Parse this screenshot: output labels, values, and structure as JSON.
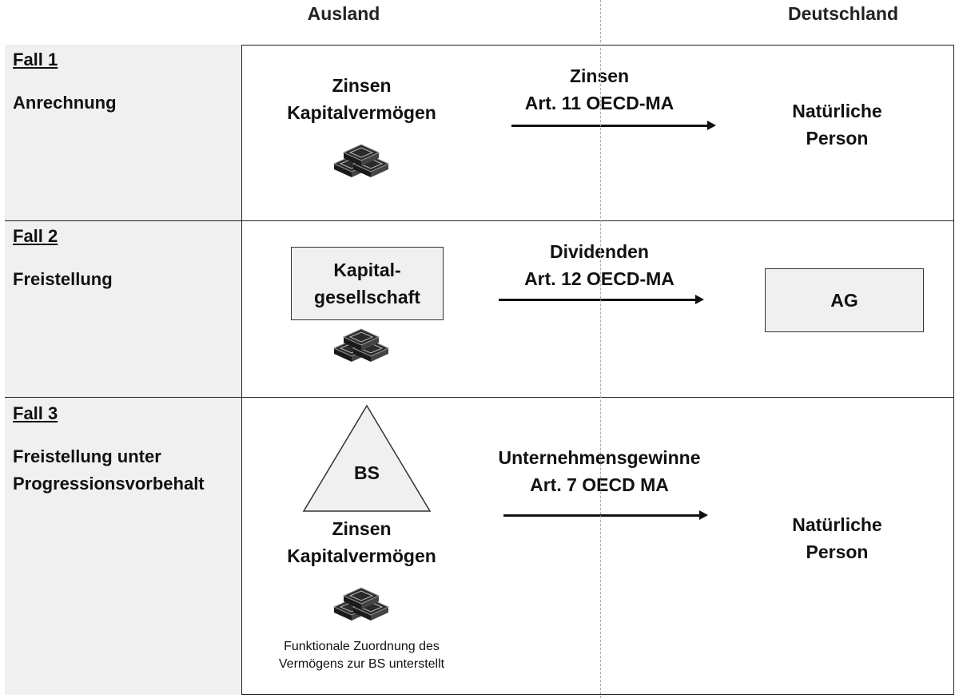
{
  "header": {
    "left": "Ausland",
    "right": "Deutschland"
  },
  "cases": [
    {
      "fall": "Fall 1",
      "method": [
        "Anrechnung"
      ],
      "source": [
        "Zinsen",
        "Kapitalvermögen"
      ],
      "flow": [
        "Zinsen",
        "Art. 11 OECD-MA"
      ],
      "recipient": [
        "Natürliche",
        "Person"
      ]
    },
    {
      "fall": "Fall 2",
      "method": [
        "Freistellung"
      ],
      "source_box": [
        "Kapital-",
        "gesellschaft"
      ],
      "flow": [
        "Dividenden",
        "Art. 12 OECD-MA"
      ],
      "recipient_box": "AG"
    },
    {
      "fall": "Fall 3",
      "method": [
        "Freistellung unter",
        "Progressionsvorbehalt"
      ],
      "triangle_label": "BS",
      "source": [
        "Zinsen",
        "Kapitalvermögen"
      ],
      "note": [
        "Funktionale Zuordnung des",
        "Vermögens zur BS unterstellt"
      ],
      "flow": [
        "Unternehmensgewinne",
        "Art. 7 OECD MA"
      ],
      "recipient": [
        "Natürliche",
        "Person"
      ]
    }
  ],
  "icons": {
    "money": "money-stack-icon"
  },
  "colors": {
    "cell_fill": "#f0f0f0",
    "line": "#222222",
    "divider": "#aaaaaa"
  }
}
